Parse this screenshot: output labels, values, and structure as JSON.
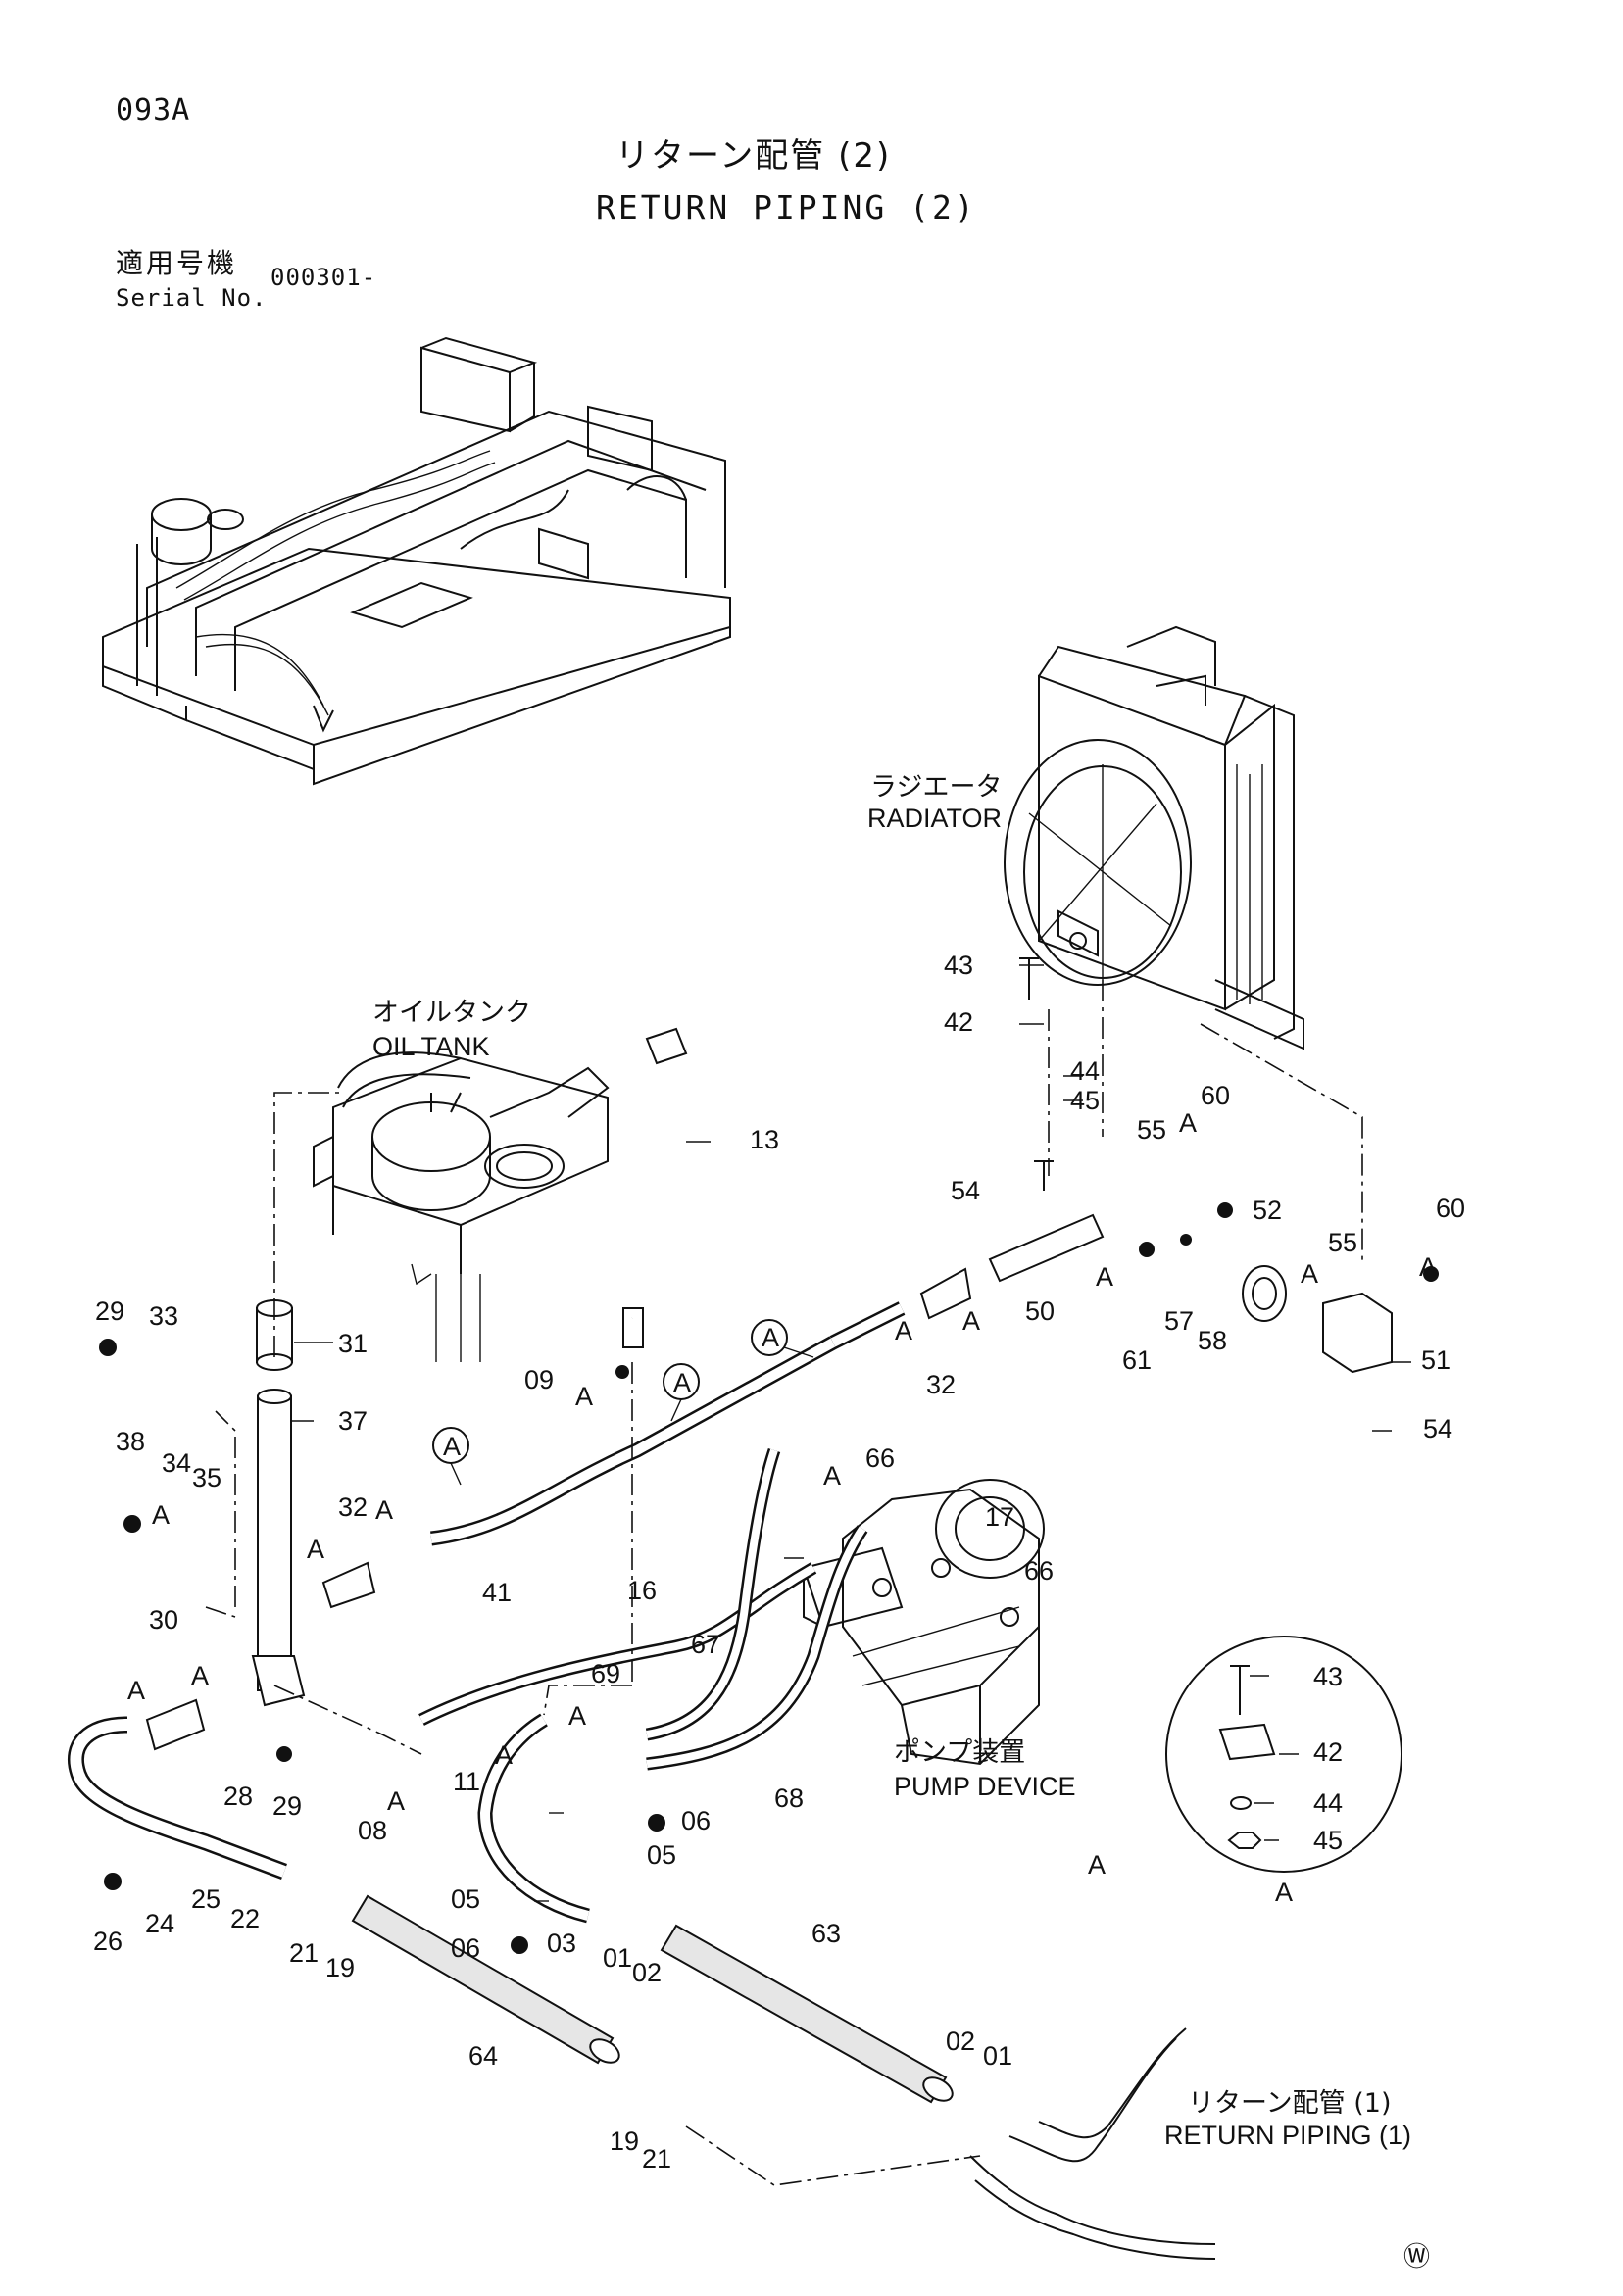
{
  "header": {
    "page_code": "093A",
    "title_jp": "リターン配管 (2)",
    "title_en": "RETURN PIPING (2)",
    "serial_label_jp": "適用号機",
    "serial_label_en": "Serial No.",
    "serial_value": "000301-"
  },
  "labels": {
    "radiator_jp": "ラジエータ",
    "radiator_en": "RADIATOR",
    "oil_tank_jp": "オイルタンク",
    "oil_tank_en": "OIL TANK",
    "pump_jp": "ポンプ装置",
    "pump_en": "PUMP DEVICE",
    "return_jp": "リターン配管 (1)",
    "return_en": "RETURN PIPING (1)",
    "detail_letter": "A",
    "watermark": "Ⓦ"
  },
  "callouts": {
    "c43a": "43",
    "c42a": "42",
    "c44a": "44",
    "c45a": "45",
    "c55a": "55",
    "c60a": "60",
    "c54a": "54",
    "c50": "50",
    "c52": "52",
    "c55b": "55",
    "c60b": "60",
    "c61": "61",
    "c57": "57",
    "c58": "58",
    "c51": "51",
    "c54b": "54",
    "c32a": "32",
    "c13": "13",
    "c29a": "29",
    "c33": "33",
    "c31": "31",
    "c09": "09",
    "c37": "37",
    "c34": "34",
    "c35": "35",
    "c38": "38",
    "c32b": "32",
    "c41": "41",
    "c66a": "66",
    "c17": "17",
    "c66b": "66",
    "c16": "16",
    "c30": "30",
    "c67": "67",
    "c69": "69",
    "c11": "11",
    "c08": "08",
    "c28": "28",
    "c29b": "29",
    "c68": "68",
    "c06a": "06",
    "c05a": "05",
    "c05b": "05",
    "c03": "03",
    "c06b": "06",
    "c01a": "01",
    "c02a": "02",
    "c26": "26",
    "c24": "24",
    "c25": "25",
    "c22": "22",
    "c21a": "21",
    "c19a": "19",
    "c63": "63",
    "c64": "64",
    "c02b": "02",
    "c01b": "01",
    "c19b": "19",
    "c21b": "21",
    "c43d": "43",
    "c42d": "42",
    "c44d": "44",
    "c45d": "45",
    "a1": "A",
    "a2": "A",
    "a3": "A",
    "a4": "A",
    "a5": "A",
    "a6": "A",
    "a7": "A",
    "a8": "A",
    "a9": "A",
    "a10": "A",
    "a11": "A",
    "a12": "A",
    "a13": "A",
    "a14": "A",
    "a15": "A",
    "a16": "A",
    "a17": "A",
    "a18": "A",
    "a19": "A",
    "a20": "A"
  }
}
